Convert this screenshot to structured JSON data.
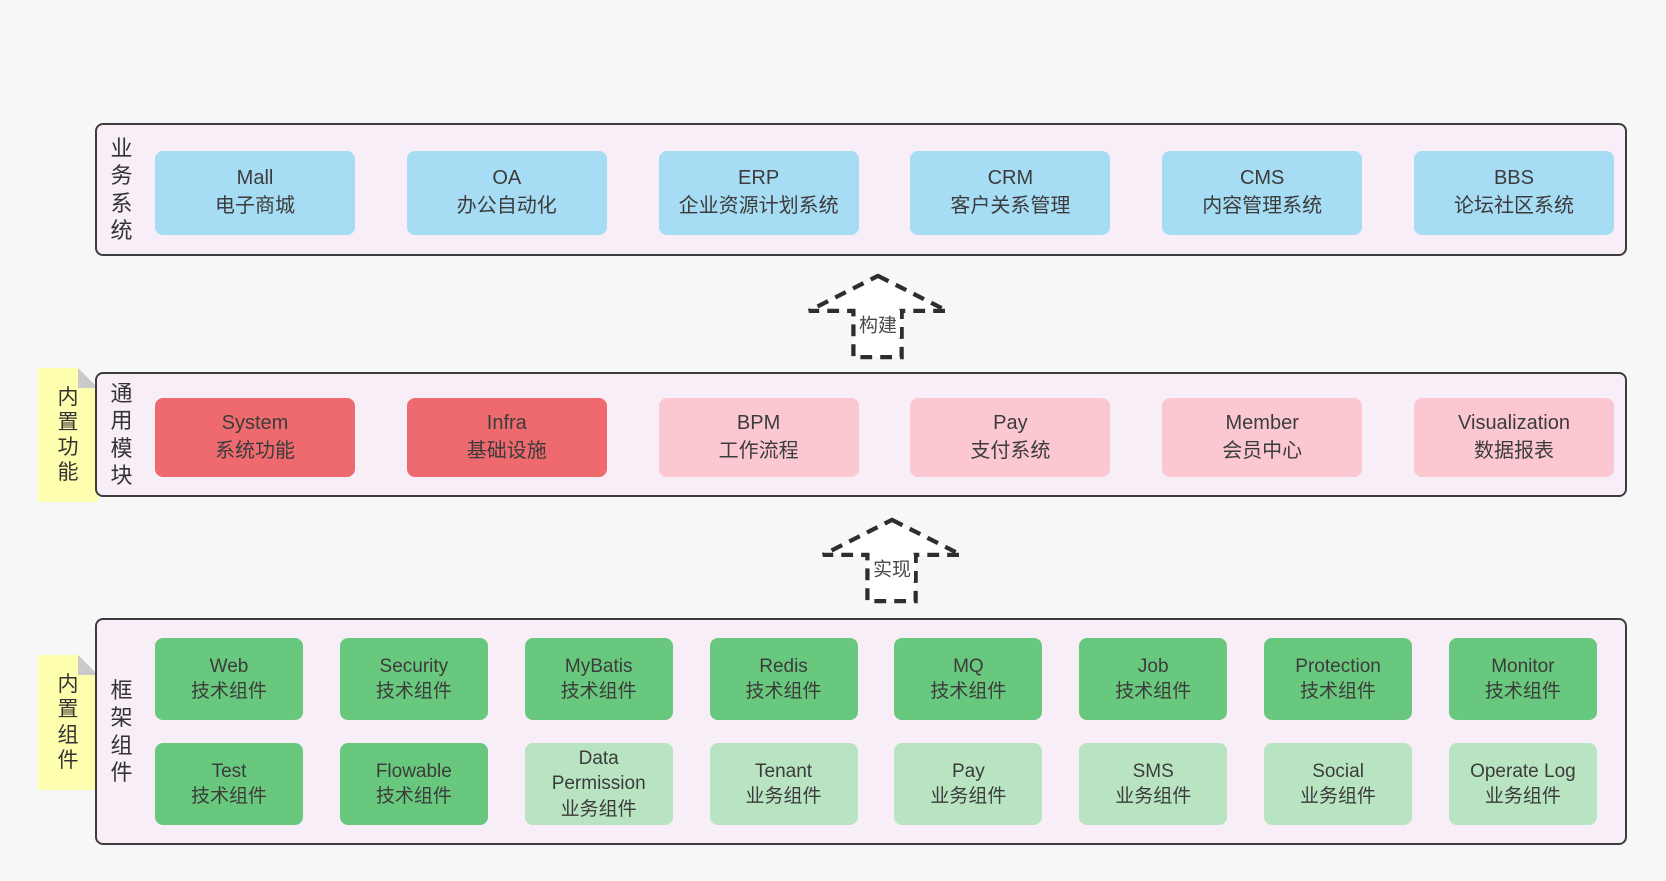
{
  "colors": {
    "page_bg": "#f7f7f7",
    "container_bg": "#f8eef7",
    "container_border": "#3d3d3d",
    "blue": "#a6dcf4",
    "red": "#ee6a6e",
    "pink": "#fbc8d2",
    "green_dark": "#68c87d",
    "green_light": "#b9e4c2",
    "sticky_yellow": "#fdffae",
    "fold_gray": "#c9c9c9",
    "text": "#3a3a3a"
  },
  "diagram": {
    "business": {
      "label": "业务系统",
      "boxes": [
        {
          "title": "Mall",
          "subtitle": "电子商城"
        },
        {
          "title": "OA",
          "subtitle": "办公自动化"
        },
        {
          "title": "ERP",
          "subtitle": "企业资源计划系统"
        },
        {
          "title": "CRM",
          "subtitle": "客户关系管理"
        },
        {
          "title": "CMS",
          "subtitle": "内容管理系统"
        },
        {
          "title": "BBS",
          "subtitle": "论坛社区系统"
        }
      ]
    },
    "arrow_build": {
      "label": "构建"
    },
    "common": {
      "label": "通用模块",
      "note": "内置功能",
      "boxes": [
        {
          "title": "System",
          "subtitle": "系统功能"
        },
        {
          "title": "Infra",
          "subtitle": "基础设施"
        },
        {
          "title": "BPM",
          "subtitle": "工作流程"
        },
        {
          "title": "Pay",
          "subtitle": "支付系统"
        },
        {
          "title": "Member",
          "subtitle": "会员中心"
        },
        {
          "title": "Visualization",
          "subtitle": "数据报表"
        }
      ]
    },
    "arrow_implement": {
      "label": "实现"
    },
    "framework": {
      "label": "框架组件",
      "note": "内置组件",
      "row1": [
        {
          "title": "Web",
          "subtitle": "技术组件"
        },
        {
          "title": "Security",
          "subtitle": "技术组件"
        },
        {
          "title": "MyBatis",
          "subtitle": "技术组件"
        },
        {
          "title": "Redis",
          "subtitle": "技术组件"
        },
        {
          "title": "MQ",
          "subtitle": "技术组件"
        },
        {
          "title": "Job",
          "subtitle": "技术组件"
        },
        {
          "title": "Protection",
          "subtitle": "技术组件"
        },
        {
          "title": "Monitor",
          "subtitle": "技术组件"
        }
      ],
      "row2": [
        {
          "title": "Test",
          "subtitle": "技术组件"
        },
        {
          "title": "Flowable",
          "subtitle": "技术组件"
        },
        {
          "title": "Data Permission",
          "subtitle": "业务组件"
        },
        {
          "title": "Tenant",
          "subtitle": "业务组件"
        },
        {
          "title": "Pay",
          "subtitle": "业务组件"
        },
        {
          "title": "SMS",
          "subtitle": "业务组件"
        },
        {
          "title": "Social",
          "subtitle": "业务组件"
        },
        {
          "title": "Operate Log",
          "subtitle": "业务组件"
        }
      ]
    }
  }
}
